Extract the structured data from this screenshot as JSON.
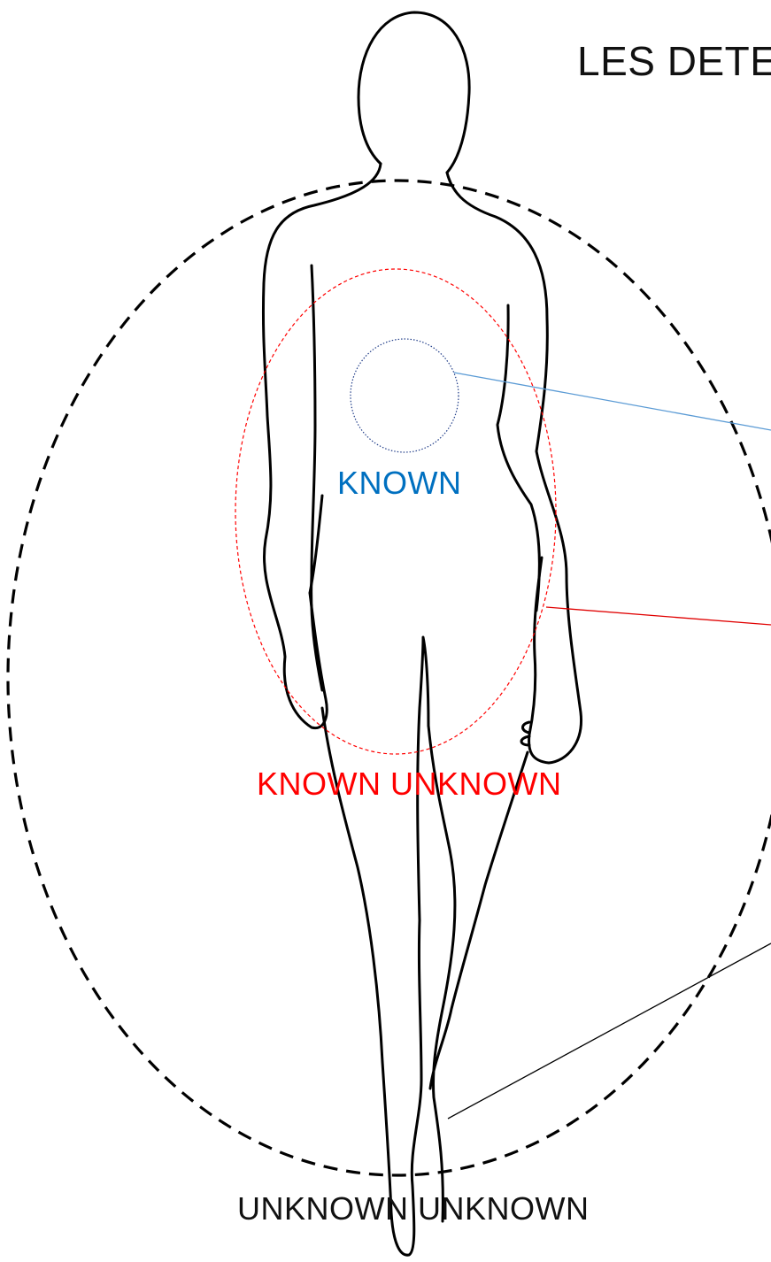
{
  "title": "LES DETE",
  "labels": {
    "known": "KNOWN",
    "known_unknown": "KNOWN UNKNOWN",
    "unknown_unknown": "UNKNOWN UNKNOWN"
  },
  "colors": {
    "known": "#0070c0",
    "known_unknown": "#ff0000",
    "unknown_unknown": "#111111",
    "outline": "#000000"
  }
}
